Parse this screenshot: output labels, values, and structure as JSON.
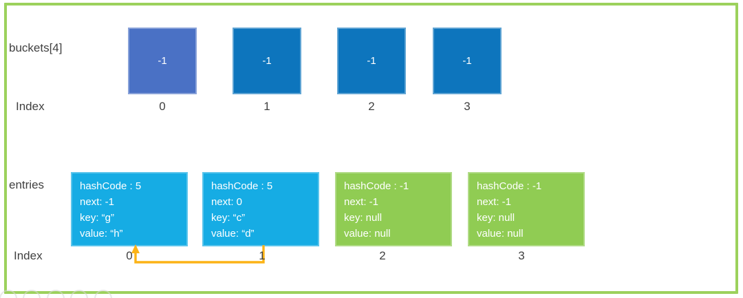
{
  "frame": {
    "border_color": "#9CD15C"
  },
  "buckets_row": {
    "label": "buckets[4]",
    "index_label": "Index",
    "cells": [
      {
        "value": "-1",
        "index": "0",
        "fill": "#4A71C5"
      },
      {
        "value": "-1",
        "index": "1",
        "fill": "#0D75BD"
      },
      {
        "value": "-1",
        "index": "2",
        "fill": "#0D75BD"
      },
      {
        "value": "-1",
        "index": "3",
        "fill": "#0D75BD"
      }
    ]
  },
  "entries_row": {
    "label": "entries",
    "index_label": "Index",
    "cells": [
      {
        "index": "0",
        "fill": "#16ACE4",
        "lines": [
          "hashCode : 5",
          "next: -1",
          "key: “g”",
          "value: “h”"
        ]
      },
      {
        "index": "1",
        "fill": "#16ACE4",
        "lines": [
          "hashCode : 5",
          "next: 0",
          "key: “c”",
          "value: “d”"
        ]
      },
      {
        "index": "2",
        "fill": "#90CC53",
        "lines": [
          "hashCode : -1",
          "next: -1",
          "key: null",
          "value: null"
        ]
      },
      {
        "index": "3",
        "fill": "#90CC53",
        "lines": [
          "hashCode : -1",
          "next: -1",
          "key: null",
          "value: null"
        ]
      }
    ]
  },
  "link_arrow": {
    "color": "#FCB316",
    "from_entry_index": "1",
    "to_entry_index": "0"
  }
}
